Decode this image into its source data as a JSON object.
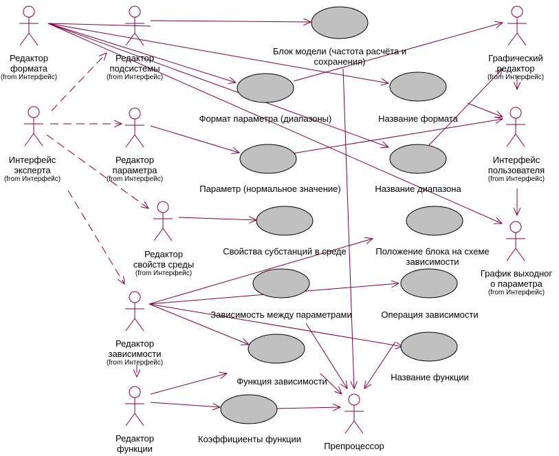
{
  "colors": {
    "line": "#800040",
    "ellipse_fill": "#c0c0c0",
    "ellipse_stroke": "#000000",
    "background": "#ffffff"
  },
  "actors": [
    {
      "id": "a_format",
      "name": "Редактор формата",
      "lines": [
        "Редактор",
        "формата"
      ],
      "from": "(from Интерфейс)"
    },
    {
      "id": "a_subsys",
      "name": "Редактор подсистемы",
      "lines": [
        "Редактор",
        "подсистемы"
      ],
      "from": "(from Интерфейс)"
    },
    {
      "id": "a_expert",
      "name": "Интерфейс эксперта",
      "lines": [
        "Интерфейс",
        "эксперта"
      ],
      "from": "(from Интерфейс)"
    },
    {
      "id": "a_param",
      "name": "Редактор параметра",
      "lines": [
        "Редактор",
        "параметра"
      ],
      "from": "(from Интерфейс)"
    },
    {
      "id": "a_env",
      "name": "Редактор свойств среды",
      "lines": [
        "Редактор",
        "свойств среды"
      ],
      "from": "(from Интерфейс)"
    },
    {
      "id": "a_dep",
      "name": "Редактор зависимости",
      "lines": [
        "Редактор",
        "зависимости"
      ],
      "from": "(from Интерфейс)"
    },
    {
      "id": "a_func",
      "name": "Редактор функции",
      "lines": [
        "Редактор",
        "функции"
      ],
      "from": ""
    },
    {
      "id": "a_prep",
      "name": "Препроцессор",
      "lines": [
        "Препроцессор"
      ],
      "from": ""
    },
    {
      "id": "a_graphed",
      "name": "Графический редактор",
      "lines": [
        "Графический",
        "редактор"
      ],
      "from": "(from Интерфейс)"
    },
    {
      "id": "a_user",
      "name": "Интерфейс пользователя",
      "lines": [
        "Интерфейс",
        "пользователя"
      ],
      "from": "(from Интерфейс)"
    },
    {
      "id": "a_chart",
      "name": "График выходного параметра",
      "lines": [
        "График выходног",
        "о параметра"
      ],
      "from": "(from Интерфейс)"
    }
  ],
  "use_cases": [
    {
      "id": "u_block",
      "lines": [
        "Блок модели (частота расчёта и",
        "сохранения)"
      ]
    },
    {
      "id": "u_pfmt",
      "lines": [
        "Формат параметра (диапазоны)"
      ]
    },
    {
      "id": "u_fmtname",
      "lines": [
        "Название формата"
      ]
    },
    {
      "id": "u_param",
      "lines": [
        "Параметр (нормальное значение)"
      ]
    },
    {
      "id": "u_range",
      "lines": [
        "Название диапазона"
      ]
    },
    {
      "id": "u_subst",
      "lines": [
        "Свойства субстанций в среде"
      ]
    },
    {
      "id": "u_pos",
      "lines": [
        "Положение блока на схеме",
        "зависимости"
      ]
    },
    {
      "id": "u_depp",
      "lines": [
        "Зависимость между параметрами"
      ]
    },
    {
      "id": "u_depop",
      "lines": [
        "Операция зависимости"
      ]
    },
    {
      "id": "u_fdep",
      "lines": [
        "Функция зависимости"
      ]
    },
    {
      "id": "u_fname",
      "lines": [
        "Название функции"
      ]
    },
    {
      "id": "u_coef",
      "lines": [
        "Коэффициенты функции"
      ]
    }
  ]
}
